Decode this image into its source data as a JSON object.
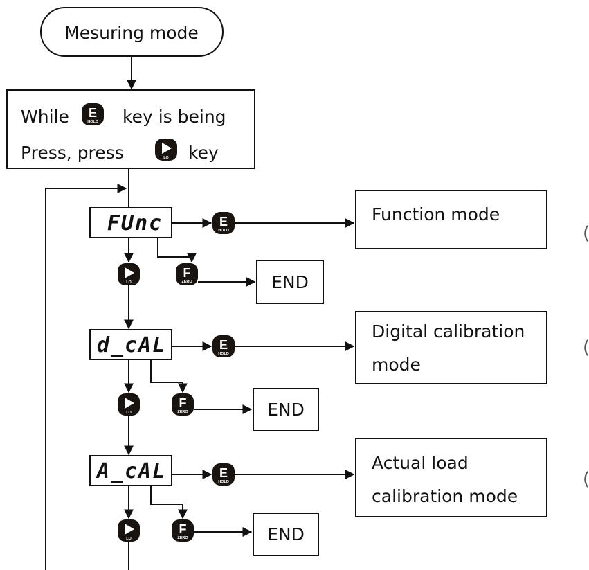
{
  "start": {
    "label": "Mesuring mode"
  },
  "instruction": {
    "line1_before": "While",
    "line1_after": "key is being",
    "line2_before": "Press, press",
    "line2_after": "key"
  },
  "keys": {
    "enter": {
      "letter": "E",
      "sub": "HOLD"
    },
    "lo": {
      "sub": "LO"
    },
    "func": {
      "letter": "F",
      "sub": "ZERO"
    }
  },
  "stages": [
    {
      "display": "FUnc",
      "result_lines": [
        "Function mode",
        ""
      ],
      "end_label": "END"
    },
    {
      "display": "d_cAL",
      "result_lines": [
        "Digital calibration",
        "mode"
      ],
      "end_label": "END"
    },
    {
      "display": "A_cAL",
      "result_lines": [
        "Actual load",
        "calibration mode"
      ],
      "end_label": "END"
    }
  ],
  "edge_marks": [
    "(",
    "(",
    "("
  ],
  "colors": {
    "line": "#111111",
    "key_fill": "#1a1410",
    "background": "#ffffff"
  }
}
